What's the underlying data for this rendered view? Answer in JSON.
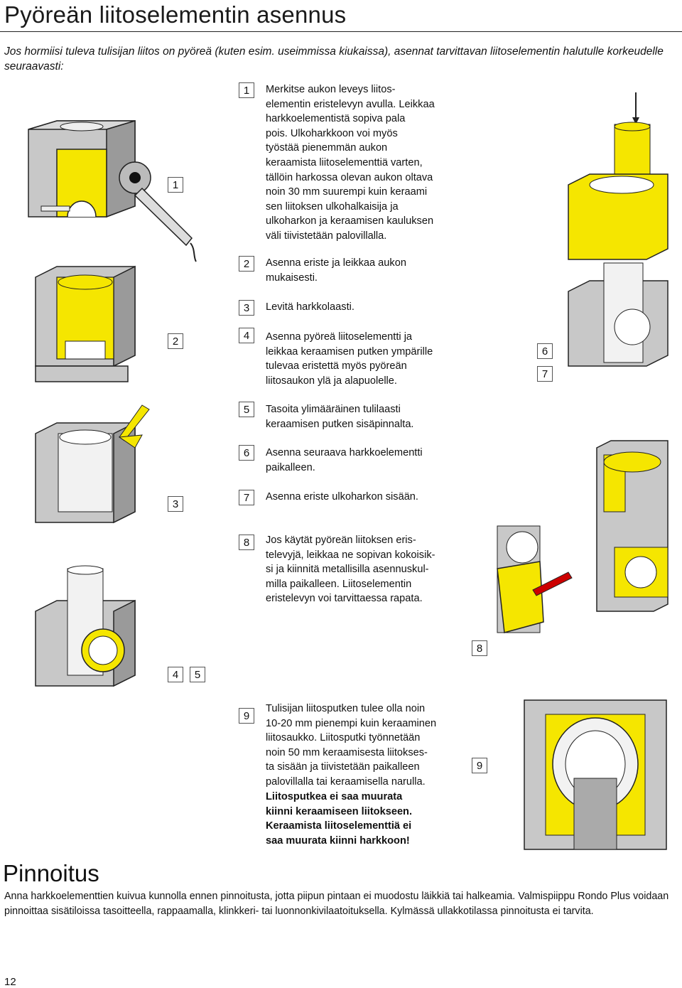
{
  "title": "Pyöreän liitoselementin asennus",
  "intro": "Jos hormiisi tuleva tulisijan liitos on pyöreä (kuten esim. useimmissa kiukaissa), asennat tarvittavan liitoselementin halutulle korkeudelle seuraavasti:",
  "steps": [
    {
      "num": "1",
      "text": "Merkitse aukon leveys liitos-\nelementin eristelevyn avulla. Leikkaa\nharkkoelementistä sopiva pala\npois. Ulkoharkkoon voi myös\ntyöstää pienemmän aukon\nkeraamista liitoselementtiä varten,\ntällöin harkossa olevan aukon oltava\nnoin 30 mm suurempi kuin keraami\nsen liitoksen ulkohalkaisija ja\nulkoharkon ja keraamisen kauluksen\nväli tiivistetään palovillalla."
    },
    {
      "num": "2",
      "text": "Asenna eriste ja leikkaa aukon\nmukaisesti."
    },
    {
      "num": "3",
      "text": "Levitä harkkolaasti."
    },
    {
      "num": "4",
      "text": "Asenna pyöreä liitoselementti ja\nleikkaa keraamisen putken ympärille\ntulevaa eristettä myös pyöreän\nliitosaukon ylä ja alapuolelle."
    },
    {
      "num": "5",
      "text": "Tasoita ylimääräinen tulilaasti\nkeraamisen putken sisäpinnalta."
    },
    {
      "num": "6",
      "text": "Asenna seuraava harkkoelementti\npaikalleen."
    },
    {
      "num": "7",
      "text": "Asenna eriste ulkoharkon sisään."
    },
    {
      "num": "8",
      "text": "Jos käytät pyöreän liitoksen eris-\ntelevyjä, leikkaa ne sopivan kokoisik-\nsi ja kiinnitä metallisilla asennuskul-\nmilla paikalleen. Liitoselementin\neristelevyn voi tarvittaessa rapata."
    },
    {
      "num": "9",
      "text": "Tulisijan liitosputken tulee olla noin\n10-20 mm pienempi kuin keraaminen\nliitosaukko. Liitosputki työnnetään\nnoin 50 mm keraamisesta liitokses-\nta sisään ja tiivistetään paikalleen\npalovillalla tai keraamisella narulla.",
      "bold": "Liitosputkea ei saa muurata\nkiinni keraamiseen liitokseen.\nKeraamista liitoselementtiä ei\nsaa muurata kiinni harkkoon!"
    }
  ],
  "figure_labels": {
    "fig1": "1",
    "fig2": "2",
    "fig3": "3",
    "fig45a": "4",
    "fig45b": "5",
    "fig67a": "6",
    "fig67b": "7",
    "fig8": "8",
    "fig9": "9"
  },
  "pinnoitus": {
    "title": "Pinnoitus",
    "text": "Anna harkkoelementtien kuivua kunnolla ennen pinnoitusta, jotta piipun pintaan ei muodostu läikkiä tai halkeamia. Valmispiippu Rondo Plus voidaan pinnoittaa sisätiloissa tasoitteella, rappaamalla, klinkkeri- tai luonnonkivilaatoituksella. Kylmässä ullakkotilassa pinnoitusta ei tarvita."
  },
  "page_number": "12",
  "colors": {
    "yellow": "#f5e600",
    "block": "#c8c8c8",
    "block_dark": "#9a9a9a",
    "outline": "#222222",
    "ceramic": "#f2f2f2"
  }
}
